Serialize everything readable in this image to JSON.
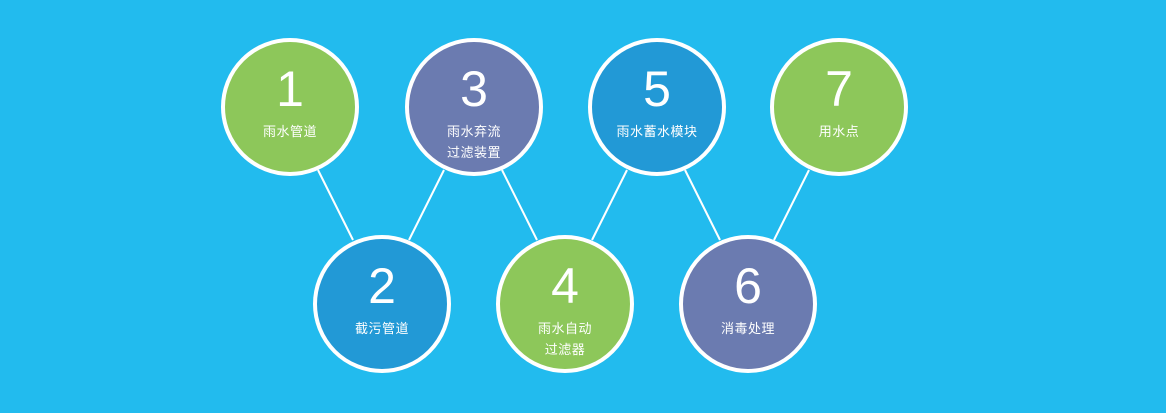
{
  "colors": {
    "background": "#22BBEE",
    "green": "#8DC75A",
    "purple": "#6B7BB0",
    "blue": "#2299D6",
    "border": "#FFFFFF",
    "connector": "#FFFFFF"
  },
  "steps": [
    {
      "number": "1",
      "label": "雨水管道",
      "color": "green",
      "row": "top"
    },
    {
      "number": "2",
      "label": "截污管道",
      "color": "blue",
      "row": "bottom"
    },
    {
      "number": "3",
      "label": "雨水弃流\n过滤装置",
      "color": "purple",
      "row": "top"
    },
    {
      "number": "4",
      "label": "雨水自动\n过滤器",
      "color": "green",
      "row": "bottom"
    },
    {
      "number": "5",
      "label": "雨水蓄水模块",
      "color": "blue",
      "row": "top"
    },
    {
      "number": "6",
      "label": "消毒处理",
      "color": "purple",
      "row": "bottom"
    },
    {
      "number": "7",
      "label": "用水点",
      "color": "green",
      "row": "top"
    }
  ]
}
